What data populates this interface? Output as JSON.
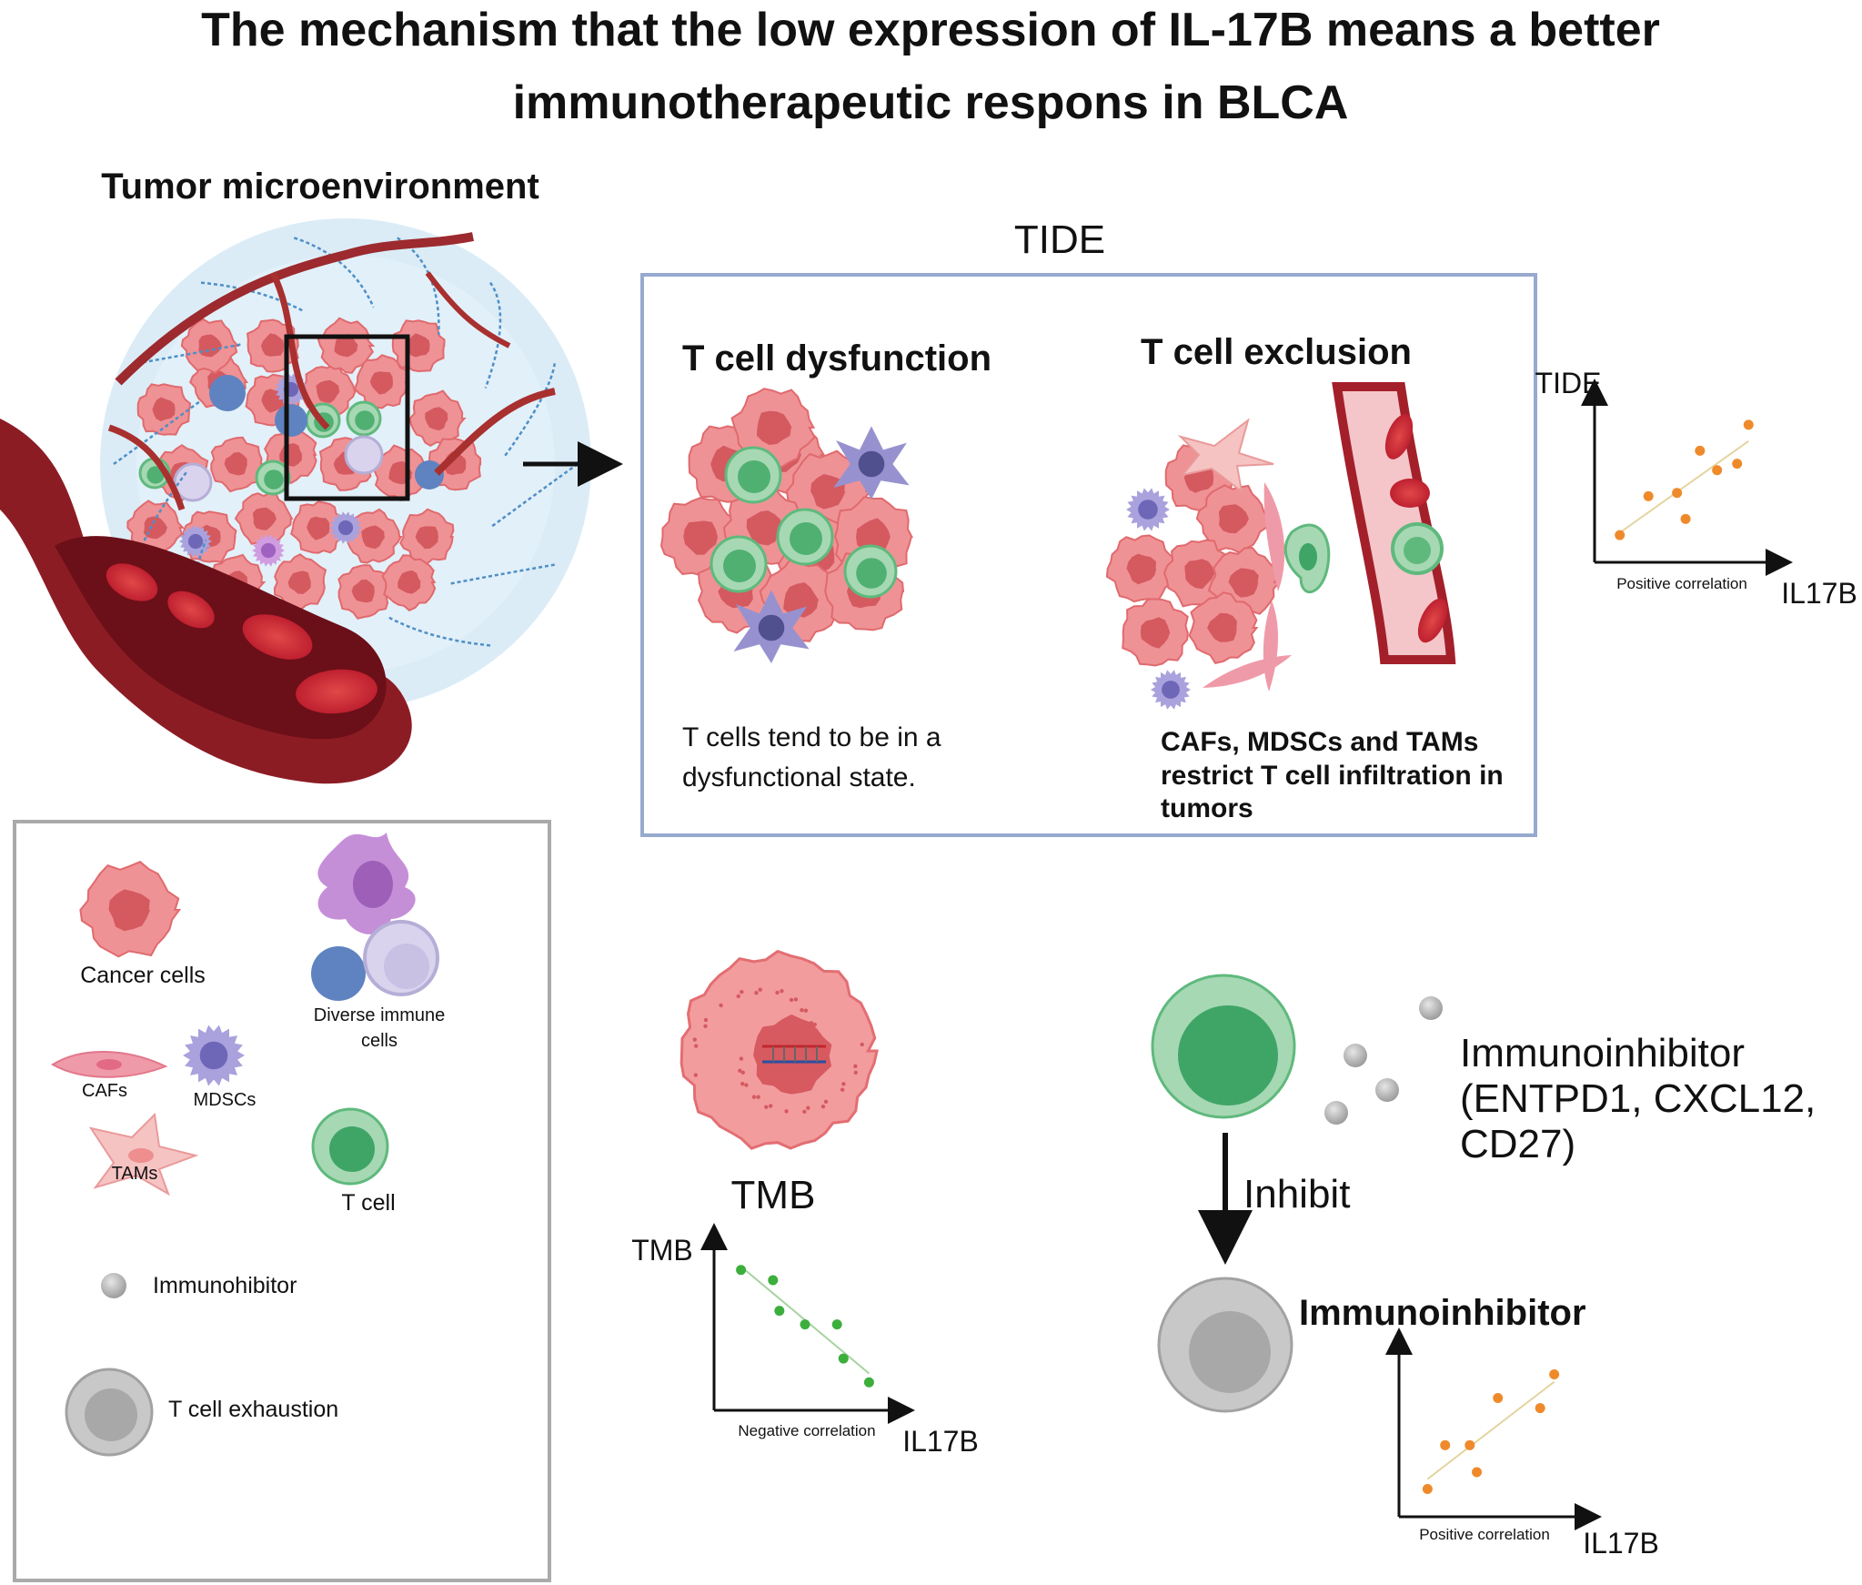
{
  "title": {
    "line1": "The mechanism that the low expression of IL-17B means a better",
    "line2": "immunotherapeutic respons in BLCA"
  },
  "tumor_microenvironment": {
    "label": "Tumor microenvironment"
  },
  "tide": {
    "heading": "TIDE",
    "dysfunction": {
      "title": "T cell dysfunction",
      "caption_line1": "T cells tend to be in a",
      "caption_line2": "dysfunctional state."
    },
    "exclusion": {
      "title": "T cell exclusion",
      "caption_line1": "CAFs, MDSCs and TAMs",
      "caption_line2": "restrict T cell infiltration in",
      "caption_line3": "tumors"
    }
  },
  "legend": {
    "cancer_cells": "Cancer cells",
    "diverse_immune_line1": "Diverse immune",
    "diverse_immune_line2": "cells",
    "cafs": "CAFs",
    "mdscs": "MDSCs",
    "tams": "TAMs",
    "t_cell": "T cell",
    "immunohibitor": "Immunohibitor",
    "t_cell_exhaustion": "T cell exhaustion"
  },
  "tmb": {
    "label": "TMB"
  },
  "immunoinhibitor": {
    "label_line1": "Immunoinhibitor",
    "label_line2": "(ENTPD1, CXCL12,",
    "label_line3": "CD27)",
    "inhibit": "Inhibit",
    "exhausted_label": "Immunoinhibitor"
  },
  "colors": {
    "cancer": "#e8767a",
    "t_cell": "#5fb97d",
    "exhausted": "#a8a8a8",
    "orange_point": "#ef8a2b",
    "green_point": "#3cae3c",
    "tide_frame": "#97a9cf",
    "vessel": "#8c1c24"
  },
  "chart_data": [
    {
      "type": "scatter",
      "id": "tide_vs_il17b",
      "ylabel": "TIDE",
      "xlabel": "IL17B",
      "caption": "Positive correlation",
      "trend": "increasing",
      "x": [
        1,
        2,
        3,
        3.3,
        3.8,
        4.4,
        5.1,
        5.5
      ],
      "y": [
        1.2,
        2.4,
        2.5,
        1.7,
        3.8,
        3.2,
        3.4,
        4.6
      ]
    },
    {
      "type": "scatter",
      "id": "tmb_vs_il17b",
      "ylabel": "TMB",
      "xlabel": "IL17B",
      "caption": "Negative correlation",
      "trend": "decreasing",
      "x": [
        1,
        2,
        2.2,
        3,
        4,
        4.2,
        5
      ],
      "y": [
        5,
        4.7,
        3.8,
        3.4,
        3.4,
        2.4,
        1.7
      ]
    },
    {
      "type": "scatter",
      "id": "immunoinhibitor_vs_il17b",
      "ylabel": "",
      "xlabel": "IL17B",
      "caption": "Positive correlation",
      "trend": "increasing",
      "x": [
        1,
        1.5,
        2.2,
        2.4,
        3,
        4.2,
        4.6
      ],
      "y": [
        1.3,
        2.6,
        2.6,
        1.8,
        4.0,
        3.7,
        4.7
      ]
    }
  ]
}
